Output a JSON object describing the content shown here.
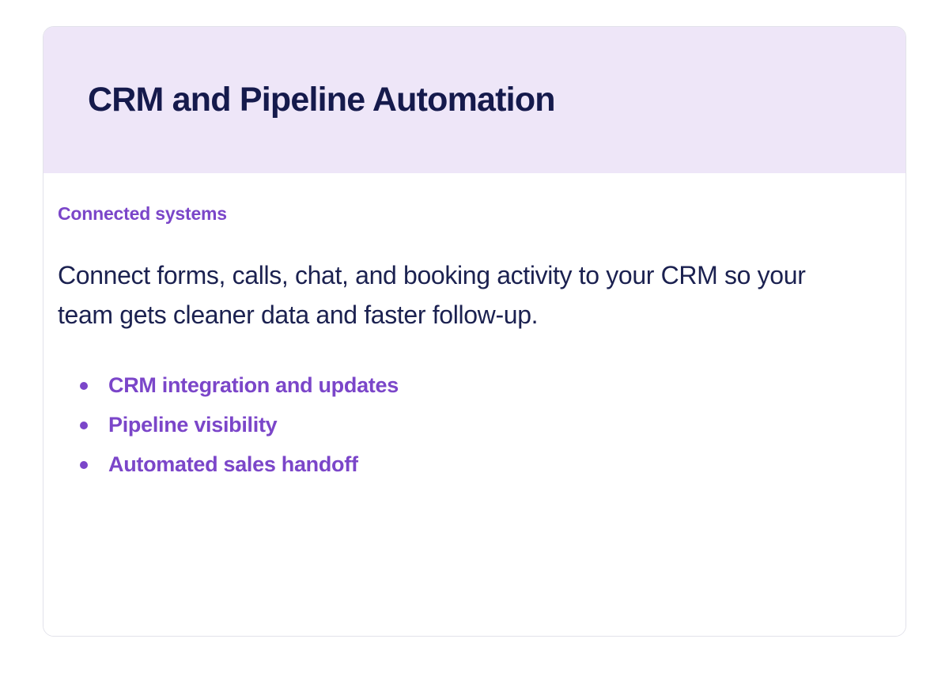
{
  "card": {
    "header": {
      "title": "CRM and Pipeline Automation",
      "background_color": "#eee6f8",
      "title_color": "#151a4c"
    },
    "body": {
      "eyebrow": "Connected systems",
      "eyebrow_color": "#7b46c9",
      "paragraph": "Connect forms, calls, chat, and booking activity to your CRM so your team gets cleaner data and faster follow-up.",
      "paragraph_color": "#1b2150",
      "features": [
        {
          "label": "CRM integration and updates"
        },
        {
          "label": "Pipeline visibility"
        },
        {
          "label": "Automated sales handoff"
        }
      ],
      "feature_color": "#7b46c9",
      "bullet_marker": "bullet-dot-icon"
    },
    "border_color": "#e2e2ea",
    "background_color": "#ffffff"
  }
}
